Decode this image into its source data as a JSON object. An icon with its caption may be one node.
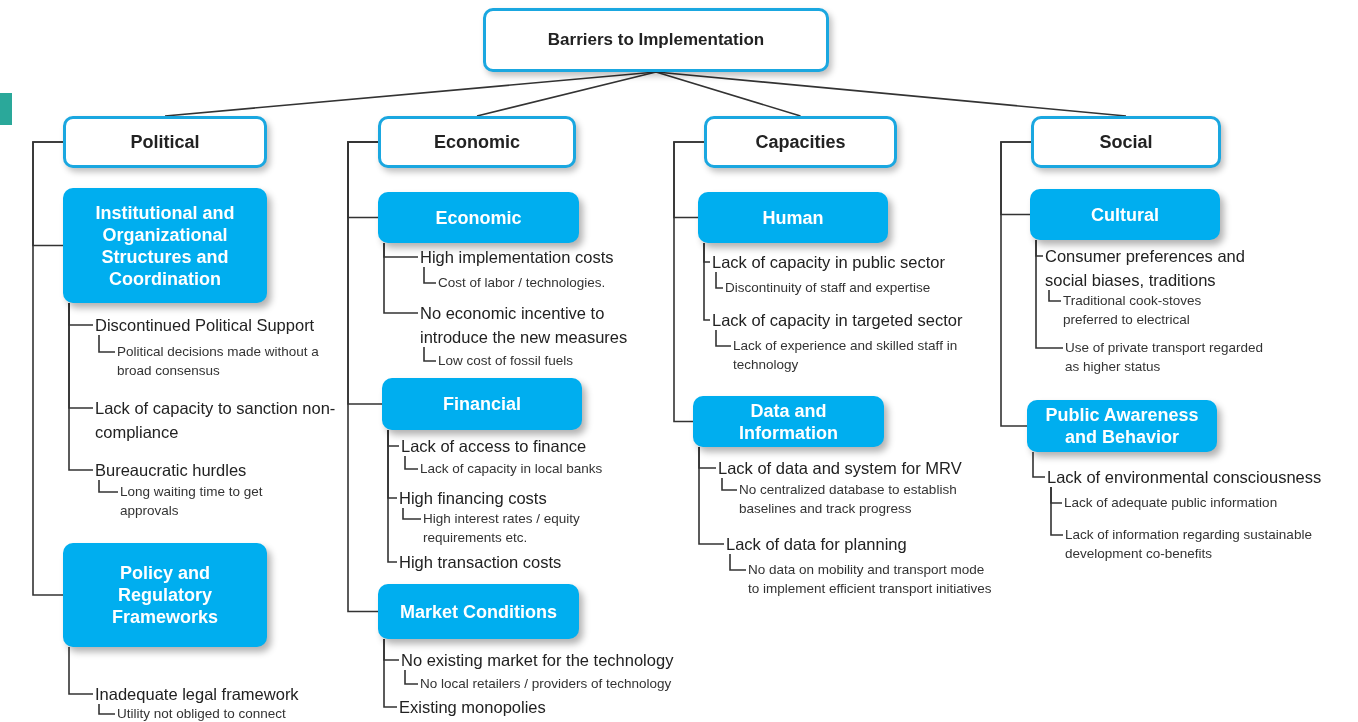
{
  "diagram": {
    "nodes": [
      {
        "text": [
          "Barriers to Implementation"
        ]
      },
      {
        "text": [
          "Political"
        ]
      },
      {
        "text": [
          "Economic"
        ]
      },
      {
        "text": [
          "Capacities"
        ]
      },
      {
        "text": [
          "Social"
        ]
      },
      {
        "text": [
          "Institutional and Organizational Structures and Coordination"
        ]
      },
      {
        "text": [
          "Discontinued Political Support"
        ]
      },
      {
        "text": [
          "Political decisions made without a broad consensus"
        ]
      },
      {
        "text": [
          "Lack of capacity to sanction non-compliance"
        ]
      },
      {
        "text": [
          "Bureaucratic hurdles"
        ]
      },
      {
        "text": [
          "Long waiting time to get approvals"
        ]
      },
      {
        "text": [
          "Policy and Regulatory Frameworks"
        ]
      },
      {
        "text": [
          "Inadequate legal framework"
        ]
      },
      {
        "text": [
          "Utility not obliged to connect"
        ]
      },
      {
        "text": [
          "Economic"
        ]
      },
      {
        "text": [
          "High implementation costs"
        ]
      },
      {
        "text": [
          "Cost of labor / technologies."
        ]
      },
      {
        "text": [
          "No economic incentive to introduce the new measures"
        ]
      },
      {
        "text": [
          "Low cost of fossil fuels"
        ]
      },
      {
        "text": [
          "Financial"
        ]
      },
      {
        "text": [
          "Lack of access to finance"
        ]
      },
      {
        "text": [
          "Lack of capacity in local banks"
        ]
      },
      {
        "text": [
          "High financing costs"
        ]
      },
      {
        "text": [
          "High interest rates / equity requirements etc."
        ]
      },
      {
        "text": [
          "High transaction costs"
        ]
      },
      {
        "text": [
          "Market Conditions"
        ]
      },
      {
        "text": [
          "No existing market for the technology"
        ]
      },
      {
        "text": [
          "No local retailers / providers of technology"
        ]
      },
      {
        "text": [
          "Existing monopolies"
        ]
      },
      {
        "text": [
          "Human"
        ]
      },
      {
        "text": [
          "Lack of capacity in public sector"
        ]
      },
      {
        "text": [
          "Discontinuity of staff and expertise"
        ]
      },
      {
        "text": [
          "Lack of capacity in targeted sector"
        ]
      },
      {
        "text": [
          "Lack of experience and skilled staff in technology"
        ]
      },
      {
        "text": [
          "Data and Information"
        ]
      },
      {
        "text": [
          "Lack of data and system for MRV"
        ]
      },
      {
        "text": [
          "No centralized database to establish baselines and track progress"
        ]
      },
      {
        "text": [
          "Lack of data for planning"
        ]
      },
      {
        "text": [
          "No data on mobility and transport mode to implement efficient transport initiatives"
        ]
      },
      {
        "text": [
          "Cultural"
        ]
      },
      {
        "text": [
          "Consumer preferences and social biases, traditions"
        ]
      },
      {
        "text": [
          "Traditional cook-stoves preferred to electrical"
        ]
      },
      {
        "text": [
          "Use of private transport regarded as higher status"
        ]
      },
      {
        "text": [
          "Public Awareness and Behavior"
        ]
      },
      {
        "text": [
          "Lack of environmental consciousness"
        ]
      },
      {
        "text": [
          "Lack of adequate public information"
        ]
      },
      {
        "text": [
          "Lack of information regarding sustainable development co-benefits"
        ]
      }
    ],
    "edges": [
      {
        "from": 0,
        "to": 1,
        "arrow": "none"
      },
      {
        "from": 0,
        "to": 2,
        "arrow": "none"
      },
      {
        "from": 0,
        "to": 3,
        "arrow": "none"
      },
      {
        "from": 0,
        "to": 4,
        "arrow": "none"
      },
      {
        "from": 1,
        "to": 5,
        "arrow": "none"
      },
      {
        "from": 5,
        "to": 6,
        "arrow": "none"
      },
      {
        "from": 6,
        "to": 7,
        "arrow": "none"
      },
      {
        "from": 5,
        "to": 8,
        "arrow": "none"
      },
      {
        "from": 5,
        "to": 9,
        "arrow": "none"
      },
      {
        "from": 9,
        "to": 10,
        "arrow": "none"
      },
      {
        "from": 1,
        "to": 11,
        "arrow": "none"
      },
      {
        "from": 11,
        "to": 12,
        "arrow": "none"
      },
      {
        "from": 12,
        "to": 13,
        "arrow": "none"
      },
      {
        "from": 2,
        "to": 14,
        "arrow": "none"
      },
      {
        "from": 14,
        "to": 15,
        "arrow": "none"
      },
      {
        "from": 15,
        "to": 16,
        "arrow": "none"
      },
      {
        "from": 14,
        "to": 17,
        "arrow": "none"
      },
      {
        "from": 17,
        "to": 18,
        "arrow": "none"
      },
      {
        "from": 2,
        "to": 19,
        "arrow": "none"
      },
      {
        "from": 19,
        "to": 20,
        "arrow": "none"
      },
      {
        "from": 20,
        "to": 21,
        "arrow": "none"
      },
      {
        "from": 19,
        "to": 22,
        "arrow": "none"
      },
      {
        "from": 22,
        "to": 23,
        "arrow": "none"
      },
      {
        "from": 19,
        "to": 24,
        "arrow": "none"
      },
      {
        "from": 2,
        "to": 25,
        "arrow": "none"
      },
      {
        "from": 25,
        "to": 26,
        "arrow": "none"
      },
      {
        "from": 26,
        "to": 27,
        "arrow": "none"
      },
      {
        "from": 25,
        "to": 28,
        "arrow": "none"
      },
      {
        "from": 3,
        "to": 29,
        "arrow": "none"
      },
      {
        "from": 29,
        "to": 30,
        "arrow": "none"
      },
      {
        "from": 30,
        "to": 31,
        "arrow": "none"
      },
      {
        "from": 29,
        "to": 32,
        "arrow": "none"
      },
      {
        "from": 32,
        "to": 33,
        "arrow": "none"
      },
      {
        "from": 3,
        "to": 34,
        "arrow": "none"
      },
      {
        "from": 34,
        "to": 35,
        "arrow": "none"
      },
      {
        "from": 35,
        "to": 36,
        "arrow": "none"
      },
      {
        "from": 34,
        "to": 37,
        "arrow": "none"
      },
      {
        "from": 37,
        "to": 38,
        "arrow": "none"
      },
      {
        "from": 4,
        "to": 39,
        "arrow": "none"
      },
      {
        "from": 39,
        "to": 40,
        "arrow": "none"
      },
      {
        "from": 40,
        "to": 41,
        "arrow": "none"
      },
      {
        "from": 39,
        "to": 42,
        "arrow": "none"
      },
      {
        "from": 4,
        "to": 43,
        "arrow": "none"
      },
      {
        "from": 43,
        "to": 44,
        "arrow": "none"
      },
      {
        "from": 44,
        "to": 45,
        "arrow": "none"
      },
      {
        "from": 44,
        "to": 46,
        "arrow": "none"
      }
    ]
  }
}
